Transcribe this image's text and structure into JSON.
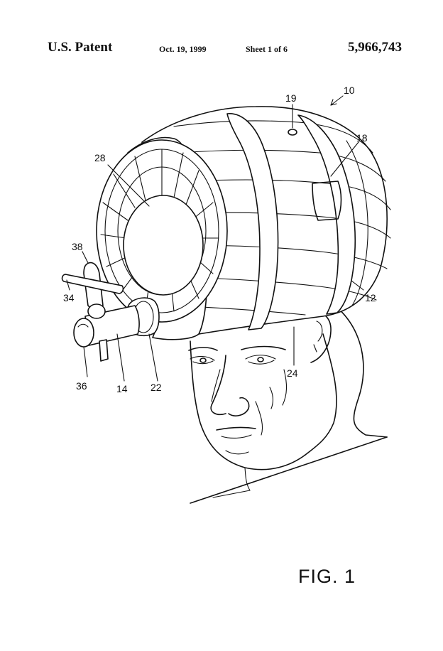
{
  "header": {
    "left": "U.S. Patent",
    "date": "Oct. 19, 1999",
    "sheet": "Sheet 1 of 6",
    "patent_number": "5,966,743"
  },
  "figure": {
    "label": "FIG. 1",
    "reference_numerals": {
      "r10": "10",
      "r19": "19",
      "r18": "18",
      "r28": "28",
      "r38": "38",
      "r34": "34",
      "r12": "12",
      "r24": "24",
      "r36": "36",
      "r14": "14",
      "r22": "22"
    }
  }
}
